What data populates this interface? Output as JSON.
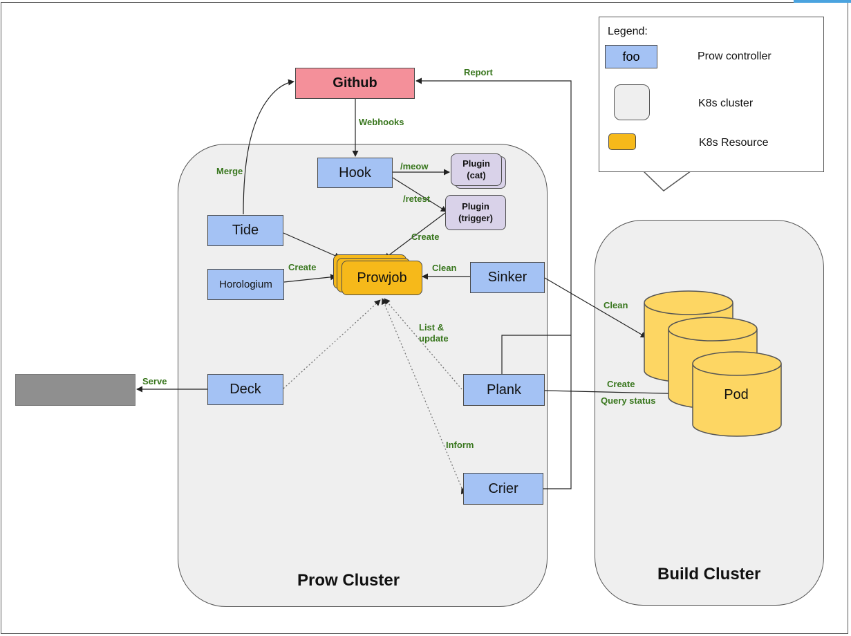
{
  "clusters": {
    "prow_title": "Prow Cluster",
    "build_title": "Build Cluster"
  },
  "nodes": {
    "github": "Github",
    "hook": "Hook",
    "plugin_cat": "Plugin\n(cat)",
    "plugin_trigger": "Plugin\n(trigger)",
    "tide": "Tide",
    "horologium": "Horologium",
    "prowjob": "Prowjob",
    "sinker": "Sinker",
    "deck": "Deck",
    "plank": "Plank",
    "crier": "Crier",
    "pod": "Pod"
  },
  "edge_labels": {
    "report": "Report",
    "webhooks": "Webhooks",
    "merge": "Merge",
    "meow": "/meow",
    "retest": "/retest",
    "create_trigger": "Create",
    "create_horologium": "Create",
    "clean_sinker": "Clean",
    "clean_pod": "Clean",
    "list_update": "List &\nupdate",
    "serve": "Serve",
    "create_pod": "Create",
    "query_status": "Query status",
    "inform": "Inform"
  },
  "legend": {
    "title": "Legend:",
    "foo": "foo",
    "controller": "Prow controller",
    "cluster": "K8s cluster",
    "resource": "K8s Resource"
  },
  "colors": {
    "controller": "#a4c2f4",
    "github": "#f4909a",
    "plugin": "#d9d2e9",
    "resource": "#f6b91a",
    "pod": "#fdd663",
    "cluster": "#efefef",
    "edge_label": "#38761d"
  }
}
